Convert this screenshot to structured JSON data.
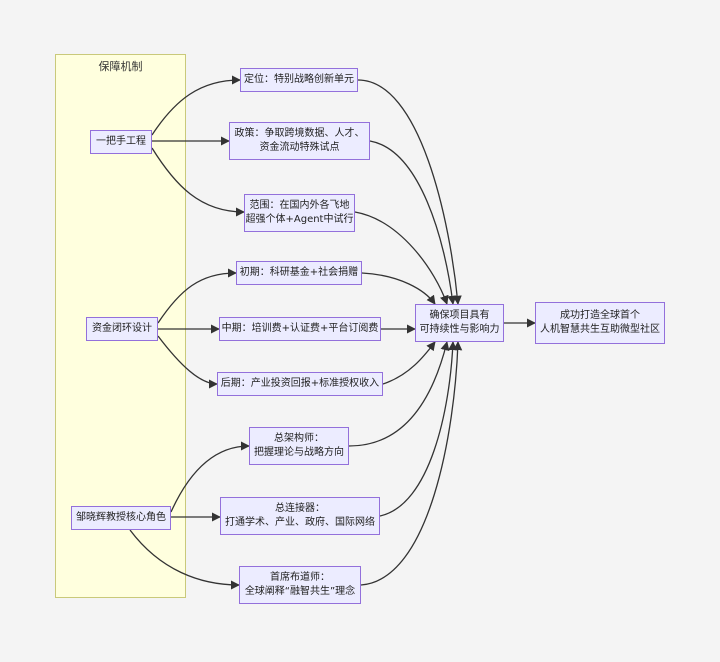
{
  "group": {
    "title": "保障机制"
  },
  "nodes": {
    "yibashou": "一把手工程",
    "zijin": "资金闭环设计",
    "zou": "邹晓辉教授核心角色",
    "dingwei": "定位：特别战略创新单元",
    "zhengce": [
      "政策：争取跨境数据、人才、",
      "资金流动特殊试点"
    ],
    "fanwei": [
      "范围：在国内外各飞地",
      "超强个体+Agent中试行"
    ],
    "chuqi": "初期：科研基金+社会捐赠",
    "zhongqi": "中期：培训费+认证费+平台订阅费",
    "houqi": "后期：产业投资回报+标准授权收入",
    "jiagoushi": [
      "总架构师：",
      "把握理论与战略方向"
    ],
    "lianjieqi": [
      "总连接器：",
      "打通学术、产业、政府、国际网络"
    ],
    "budaoshi": [
      "首席布道师：",
      "全球阐释“融智共生”理念"
    ],
    "quebao": [
      "确保项目具有",
      "可持续性与影响力"
    ],
    "chenggong": [
      "成功打造全球首个",
      "人机智慧共生互助微型社区"
    ]
  },
  "colors": {
    "node_fill": "#ececff",
    "node_border": "#9370db",
    "group_fill": "#ffffde",
    "group_border": "#c9c97a",
    "edge": "#333333",
    "background": "#f4f4f4"
  }
}
